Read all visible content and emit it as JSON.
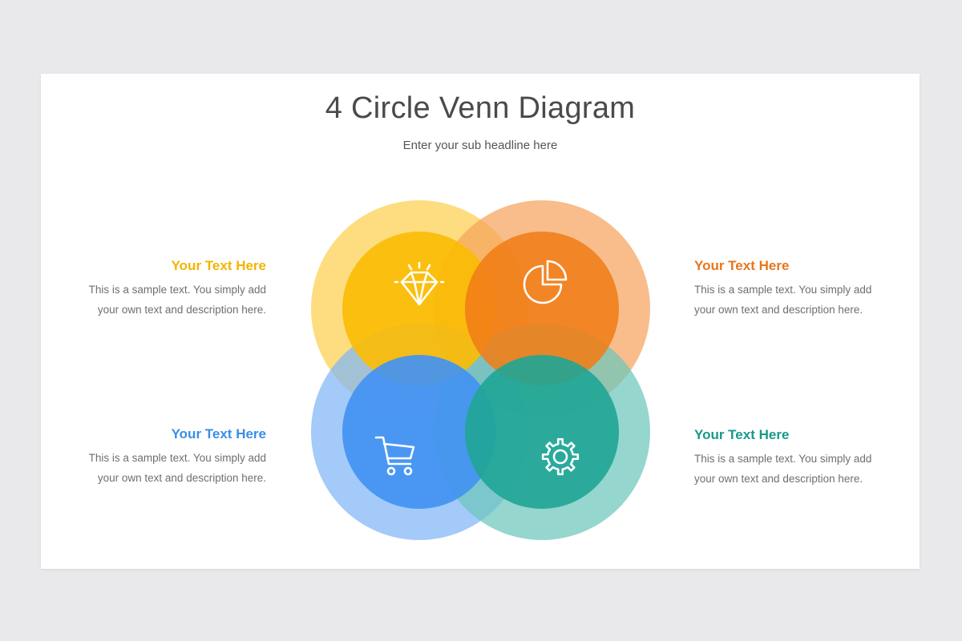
{
  "slide": {
    "title": "4 Circle Venn Diagram",
    "subtitle": "Enter your sub headline here"
  },
  "items": [
    {
      "position": "top-left",
      "heading": "Your Text Here",
      "line1": "This is a sample text. You simply add",
      "line2": "your own text and description here.",
      "color": "#f4b400",
      "icon": "diamond-icon"
    },
    {
      "position": "top-right",
      "heading": "Your Text Here",
      "line1": "This is a sample text. You simply add",
      "line2": "your own text and description here.",
      "color": "#e8761a",
      "icon": "pie-chart-icon"
    },
    {
      "position": "bottom-left",
      "heading": "Your Text Here",
      "line1": "This is a sample text. You simply add",
      "line2": "your own text and description here.",
      "color": "#3a8ee6",
      "icon": "shopping-cart-icon"
    },
    {
      "position": "bottom-right",
      "heading": "Your Text Here",
      "line1": "This is a sample text. You simply add",
      "line2": "your own text and description here.",
      "color": "#17998a",
      "icon": "gear-icon"
    }
  ],
  "circle_colors": {
    "yellow_outer": "#fdd663",
    "yellow_inner": "#fbbc05",
    "orange_outer": "#f5a45d",
    "orange_inner": "#f07d17",
    "blue_outer": "#7fb6f5",
    "blue_inner": "#4292f2",
    "teal_outer": "#6cc6bd",
    "teal_inner": "#1fa596"
  }
}
